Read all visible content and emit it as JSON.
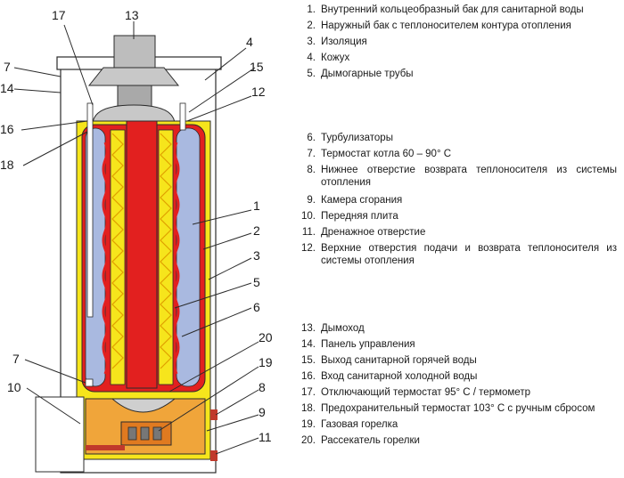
{
  "callouts": [
    "17",
    "13",
    "7",
    "4",
    "15",
    "14",
    "12",
    "16",
    "18",
    "1",
    "2",
    "3",
    "5",
    "6",
    "20",
    "7",
    "19",
    "10",
    "8",
    "9",
    "11"
  ],
  "legend": [
    {
      "num": "1.",
      "text": "Внутренний кольцеобразный бак для санитарной воды"
    },
    {
      "num": "2.",
      "text": "Наружный бак с теплоносителем контура отопления"
    },
    {
      "num": "3.",
      "text": "Изоляция"
    },
    {
      "num": "4.",
      "text": "Кожух"
    },
    {
      "num": "5.",
      "text": "Дымогарные трубы"
    },
    {
      "num": "6.",
      "text": "Турбулизаторы"
    },
    {
      "num": "7.",
      "text": "Термостат котла 60 – 90° C"
    },
    {
      "num": "8.",
      "text": "Нижнее отверстие возврата теплоносителя из системы отопления"
    },
    {
      "num": "9.",
      "text": "Камера сгорания"
    },
    {
      "num": "10.",
      "text": "Передняя плита"
    },
    {
      "num": "11.",
      "text": "Дренажное отверстие"
    },
    {
      "num": "12.",
      "text": "Верхние отверстия подачи и возврата теплоносителя из системы отопления"
    },
    {
      "num": "13.",
      "text": "Дымоход"
    },
    {
      "num": "14.",
      "text": "Панель управления"
    },
    {
      "num": "15.",
      "text": "Выход санитарной горячей воды"
    },
    {
      "num": "16.",
      "text": "Вход санитарной холодной воды"
    },
    {
      "num": "17.",
      "text": "Отключающий термостат 95° C / термометр"
    },
    {
      "num": "18.",
      "text": "Предохранительный термостат 103° C с ручным сбросом"
    },
    {
      "num": "19.",
      "text": "Газовая горелка"
    },
    {
      "num": "20.",
      "text": "Рассекатель горелки"
    }
  ],
  "colors": {
    "insulation": "#f6e51c",
    "outer_tank": "#e2201f",
    "inner_tank": "#a9b9e0",
    "flame": "#f0a53a",
    "casing": "#ffffff",
    "outline": "#2b2b2b"
  }
}
